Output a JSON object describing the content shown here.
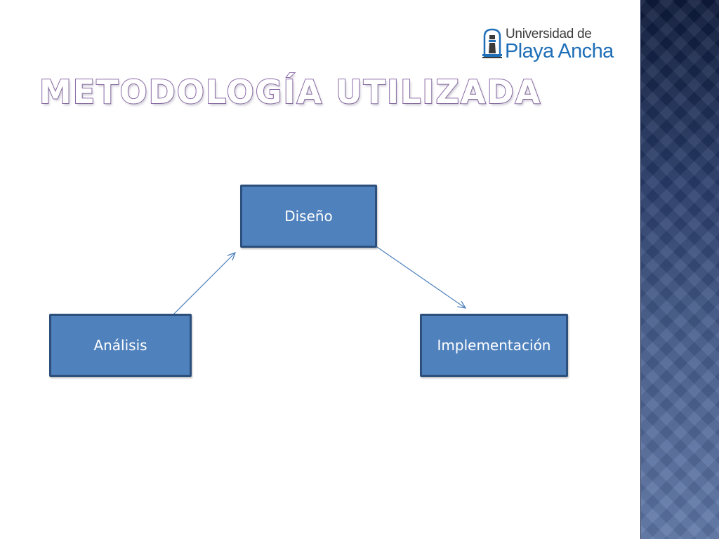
{
  "slide": {
    "title": "METODOLOGÍA UTILIZADA"
  },
  "logo": {
    "line1": "Universidad de",
    "line2": "Playa Ancha"
  },
  "diagram": {
    "nodes": [
      {
        "id": "diseno",
        "label": "Diseño"
      },
      {
        "id": "analisis",
        "label": "Análisis"
      },
      {
        "id": "implementacion",
        "label": "Implementación"
      }
    ],
    "edges": [
      {
        "from": "analisis",
        "to": "diseno"
      },
      {
        "from": "diseno",
        "to": "implementacion"
      }
    ],
    "colors": {
      "node_fill": "#4f81bd",
      "node_border": "#2c4f7c",
      "arrow": "#4f81bd"
    }
  }
}
